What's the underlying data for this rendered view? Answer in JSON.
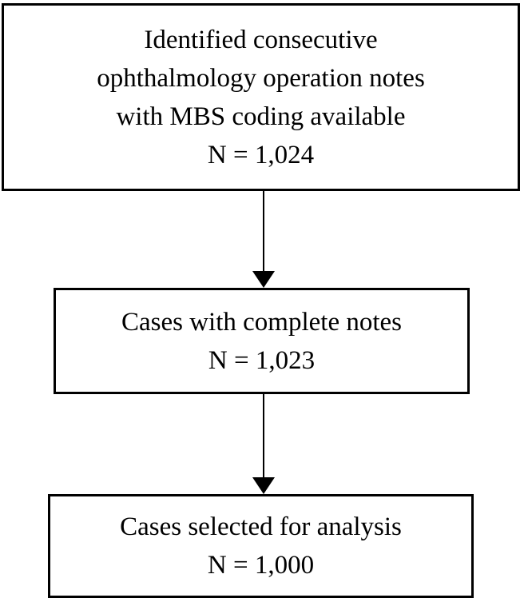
{
  "flowchart": {
    "boxes": [
      {
        "name": "identified-notes",
        "lines": [
          "Identified consecutive",
          "ophthalmology operation notes",
          "with MBS coding available",
          "N = 1,024"
        ]
      },
      {
        "name": "complete-notes",
        "lines": [
          "Cases with complete notes",
          "N = 1,023"
        ]
      },
      {
        "name": "selected-for-analysis",
        "lines": [
          "Cases selected for analysis",
          "N = 1,000"
        ]
      }
    ],
    "connectors": [
      {
        "from": "identified-notes",
        "to": "complete-notes"
      },
      {
        "from": "complete-notes",
        "to": "selected-for-analysis"
      }
    ],
    "colors": {
      "background": "#ffffff",
      "box_fill": "#ffffff",
      "box_border": "#000000",
      "text": "#000000",
      "arrow": "#000000"
    }
  }
}
